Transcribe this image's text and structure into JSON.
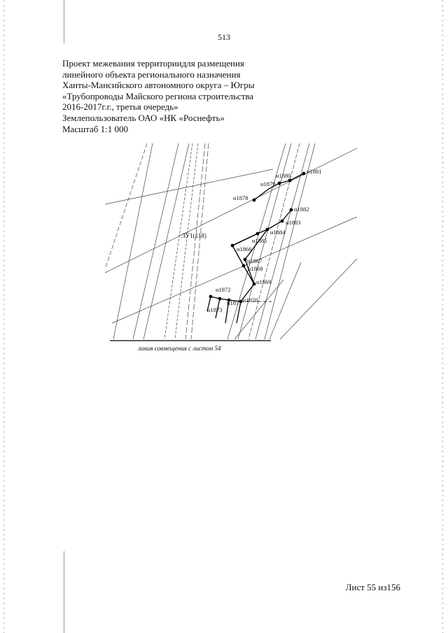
{
  "page": {
    "number": "513",
    "sheet_label": "Лист 55 из156"
  },
  "header": {
    "lines": [
      "Проект межевания территориидля размещения",
      "линейного объекта регионального назначения",
      "Ханты-Мансийского автономного округа – Югры",
      "«Трубопроводы Майского региона строительства",
      "2016-2017г.г., третья очередь»",
      "Землепользователь ОАО «НК «Роснефть»",
      "Масштаб 1:1 000"
    ]
  },
  "drawing": {
    "parcel_label": ":ЗУ1(118)",
    "combine_line_label": "линия совмещения с листом 54",
    "points": [
      "н1881",
      "н1880",
      "н1879",
      "н1878",
      "н1882",
      "н1883",
      "н1884",
      "н1885",
      "н1866",
      "н1867",
      "н1868",
      "н1869",
      "н1872",
      "н1871",
      "н1873",
      "н1870"
    ]
  }
}
